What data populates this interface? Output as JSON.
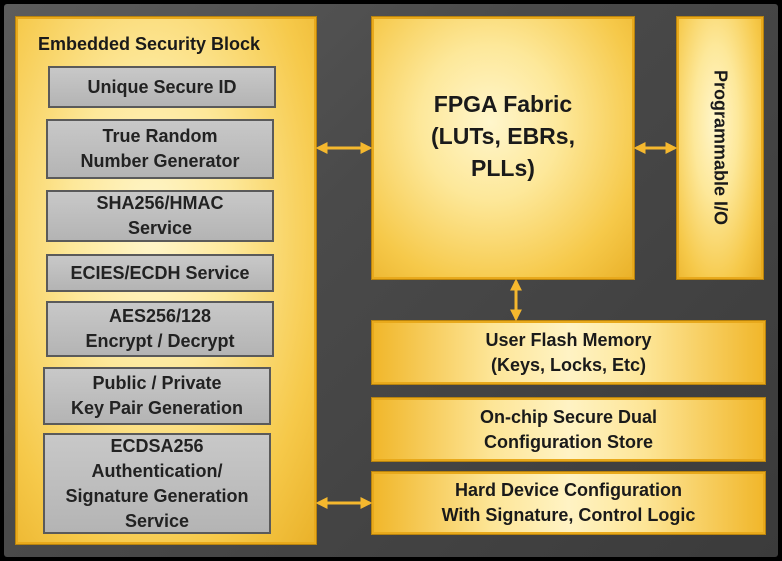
{
  "security_block": {
    "title": "Embedded Security Block",
    "items": [
      "Unique Secure ID",
      "True Random\nNumber Generator",
      "SHA256/HMAC\nService",
      "ECIES/ECDH Service",
      "AES256/128\nEncrypt / Decrypt",
      "Public / Private\nKey Pair Generation",
      "ECDSA256\nAuthentication/\nSignature Generation\nService"
    ]
  },
  "fpga_fabric": {
    "label": "FPGA Fabric\n(LUTs, EBRs,\nPLLs)"
  },
  "programmable_io": {
    "label": "Programmable I/O"
  },
  "bottom_blocks": [
    "User Flash Memory\n(Keys, Locks, Etc)",
    "On-chip Secure Dual\nConfiguration Store",
    "Hard Device Configuration\nWith Signature, Control Logic"
  ],
  "colors": {
    "gold": "#f6c94a",
    "gray_box": "#bdbdbd",
    "background": "#4a4a4a",
    "arrow": "#f5b82e"
  }
}
